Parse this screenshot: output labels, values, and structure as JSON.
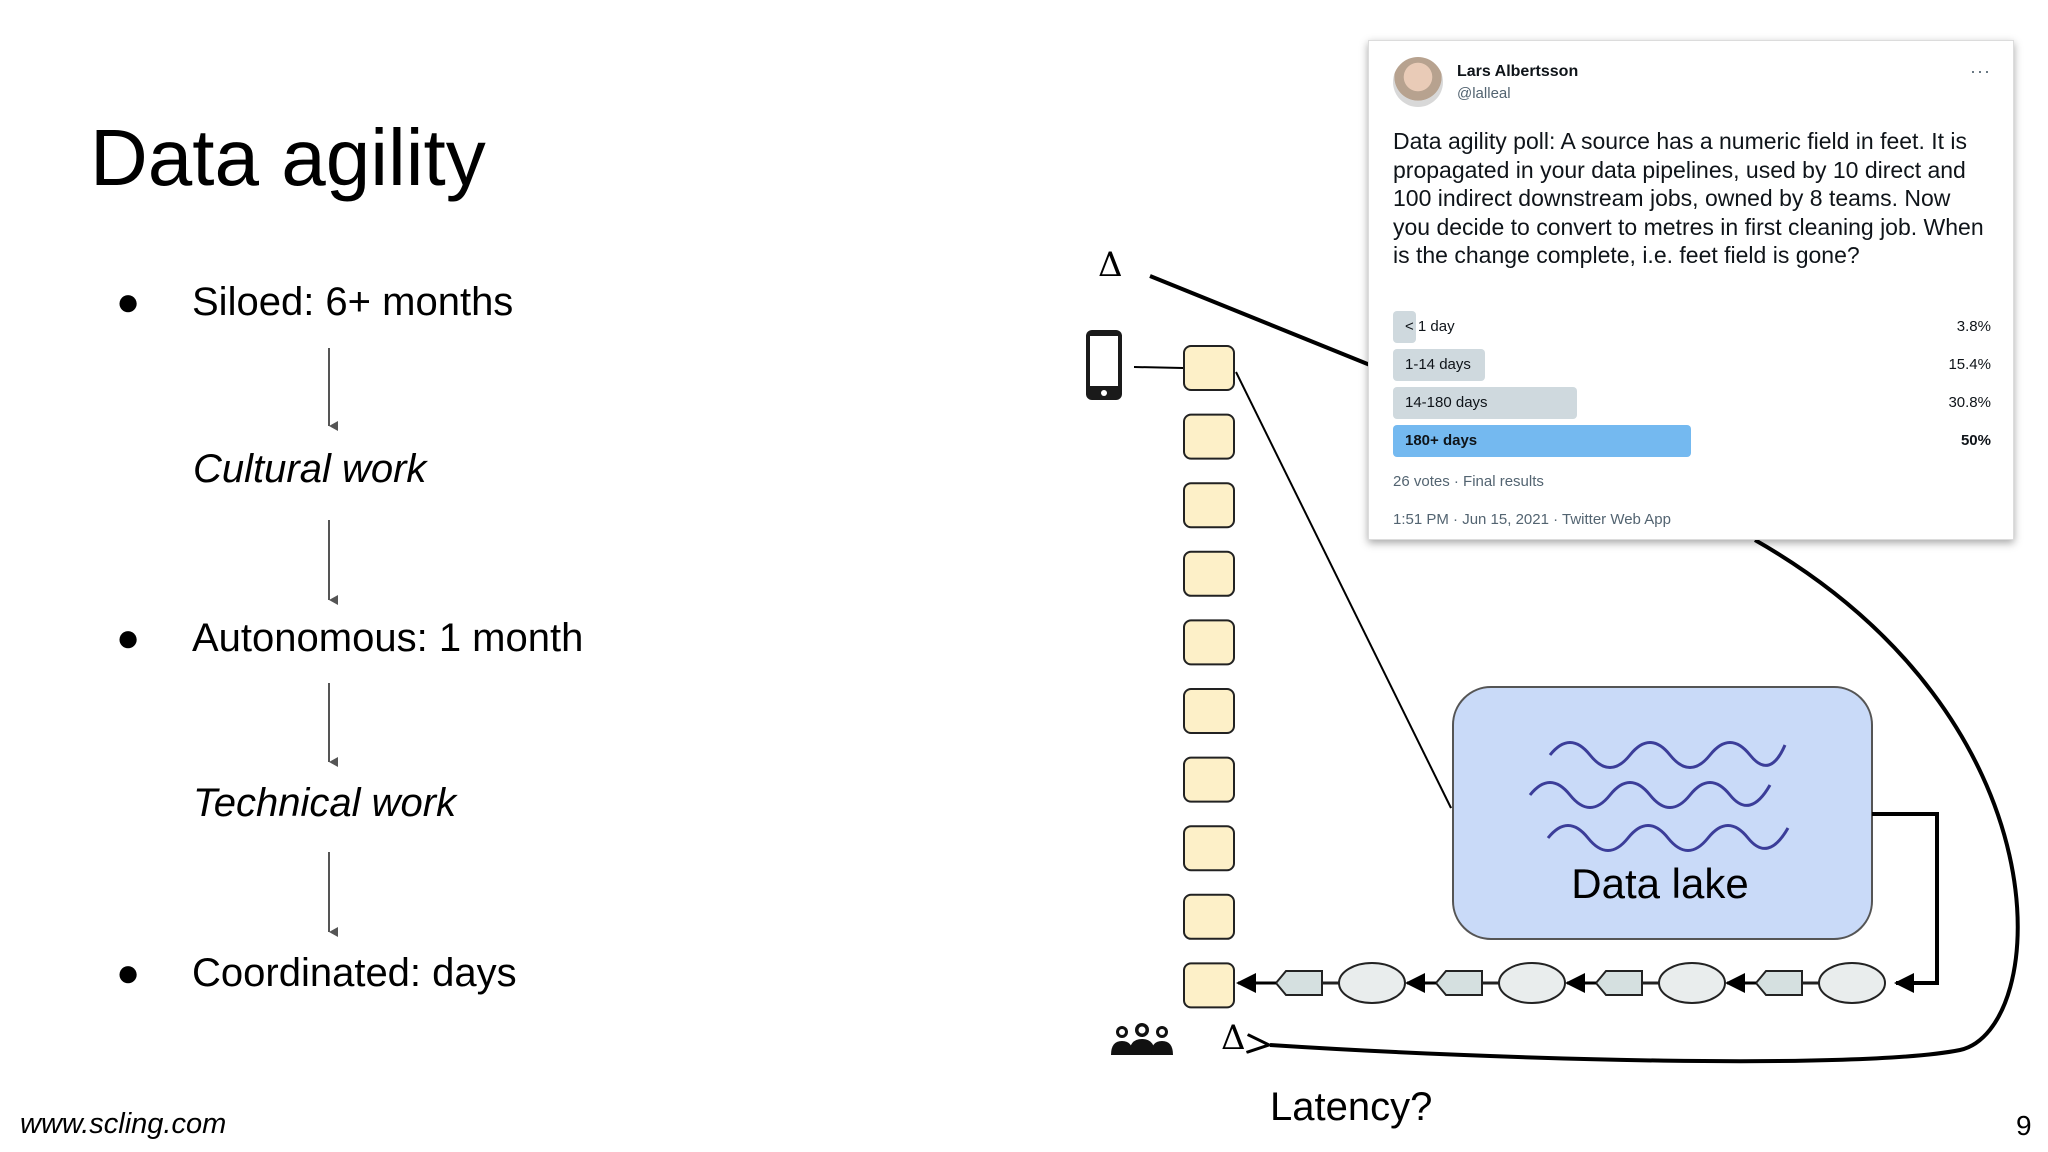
{
  "slide": {
    "title": "Data agility",
    "bullets": [
      {
        "text": "Siloed: 6+ months"
      },
      {
        "text": "Autonomous: 1 month"
      },
      {
        "text": "Coordinated: days"
      }
    ],
    "transitions": [
      "Cultural work",
      "Technical work"
    ],
    "footer_url": "www.scling.com",
    "slide_number": "9"
  },
  "diagram": {
    "delta_symbol": "Δ",
    "data_lake_label": "Data lake",
    "latency_label": "Latency?",
    "queue_boxes": 10,
    "pipeline_stages": 4,
    "colors": {
      "queue_box_fill": "#fdf0c8",
      "lake_fill": "#c9daf8",
      "wave": "#3b3d99",
      "pipeline_fill": "#d5e0e0"
    }
  },
  "tweet": {
    "name": "Lars Albertsson",
    "handle": "@lalleal",
    "more": "···",
    "text": "Data agility poll: A source has a numeric field in feet. It is propagated in your data pipelines, used by 10 direct and 100 indirect downstream jobs, owned by 8 teams. Now you decide to convert to metres in first cleaning job. When is the change complete, i.e. feet field is gone?",
    "poll": [
      {
        "label": "< 1 day",
        "percent_text": "3.8%",
        "percent": 3.8
      },
      {
        "label": "1-14 days",
        "percent_text": "15.4%",
        "percent": 15.4
      },
      {
        "label": "14-180 days",
        "percent_text": "30.8%",
        "percent": 30.8
      },
      {
        "label": "180+ days",
        "percent_text": "50%",
        "percent": 50,
        "winner": true
      }
    ],
    "votes_line": "26 votes · Final results",
    "timestamp_line": "1:51 PM · Jun 15, 2021 · Twitter Web App"
  }
}
